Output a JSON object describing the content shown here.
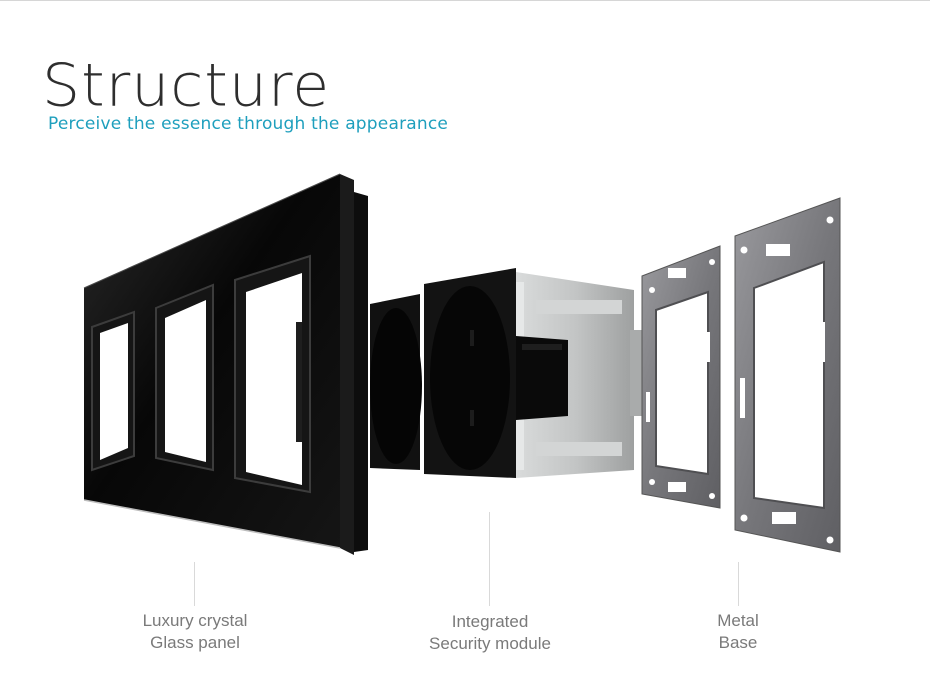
{
  "header": {
    "title": "Structure",
    "subtitle": "Perceive the essence  through the appearance"
  },
  "callouts": [
    {
      "line1": "Luxury crystal",
      "line2": "Glass panel"
    },
    {
      "line1": "Integrated",
      "line2": "Security module"
    },
    {
      "line1": "Metal",
      "line2": "Base"
    }
  ],
  "colors": {
    "title": "#2e2e2e",
    "subtitle": "#1e9fbd",
    "label": "#7a7a7a",
    "panel": "#0a0a0a",
    "module_housing": "#c4c6c6",
    "metal": "#7d7d80"
  }
}
